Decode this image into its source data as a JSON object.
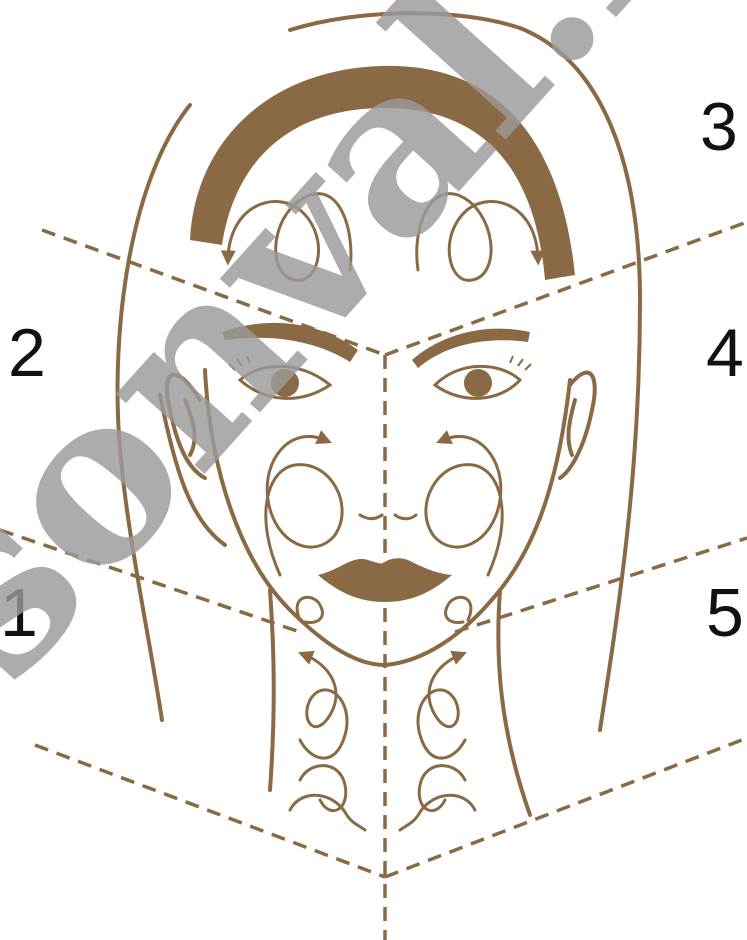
{
  "diagram": {
    "colors": {
      "line": "#8a6a45",
      "fill": "#8a6a45",
      "text": "#111111",
      "watermark": "#9a9a9a"
    },
    "zones": [
      {
        "id": "zone-1",
        "label": "1"
      },
      {
        "id": "zone-2",
        "label": "2"
      },
      {
        "id": "zone-3",
        "label": "3"
      },
      {
        "id": "zone-4",
        "label": "4"
      },
      {
        "id": "zone-5",
        "label": "5"
      }
    ],
    "watermark": "sonval.b"
  }
}
